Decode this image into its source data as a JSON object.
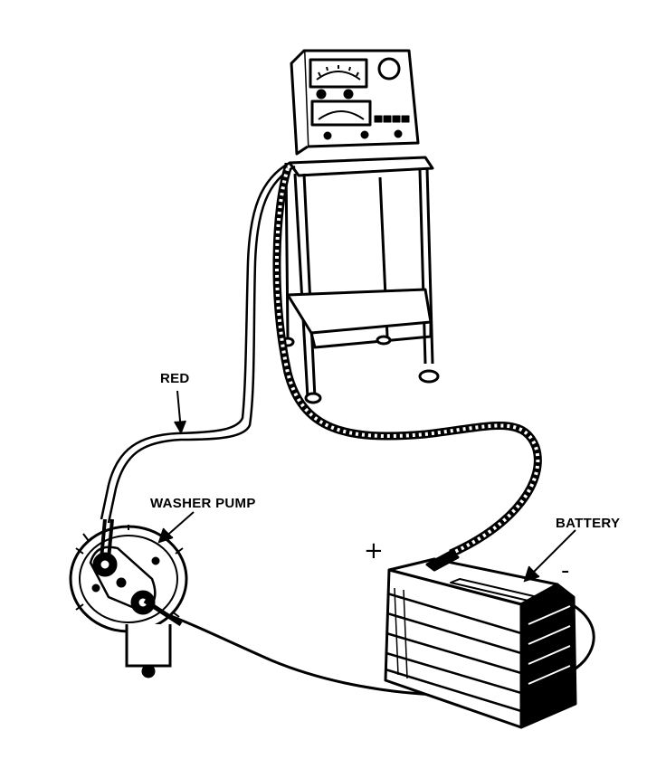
{
  "labels": {
    "red": "RED",
    "washer_pump": "WASHER PUMP",
    "battery": "BATTERY",
    "positive": "+",
    "negative": "-"
  },
  "colors": {
    "ink": "#000000",
    "paper": "#ffffff"
  }
}
